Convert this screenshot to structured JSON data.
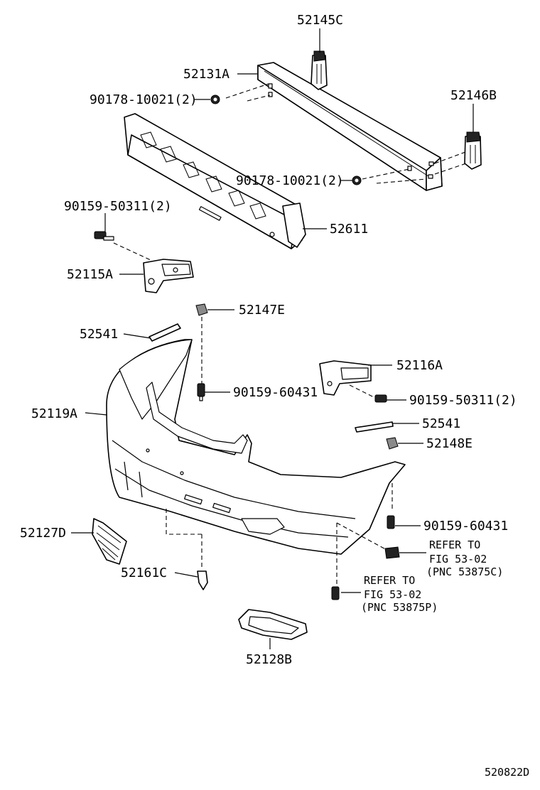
{
  "figure_code": "520822D",
  "labels": {
    "p52145C": "52145C",
    "p52131A": "52131A",
    "p90178a": "90178-10021(2)",
    "p52146B": "52146B",
    "p90178b": "90178-10021(2)",
    "p90159a": "90159-50311(2)",
    "p52611": "52611",
    "p52115A": "52115A",
    "p52147E": "52147E",
    "p52541a": "52541",
    "p52116A": "52116A",
    "p90159b": "90159-60431",
    "p90159c": "90159-50311(2)",
    "p52119A": "52119A",
    "p52541b": "52541",
    "p52148E": "52148E",
    "p90159d": "90159-60431",
    "p52127D": "52127D",
    "p52161C": "52161C",
    "p52128B": "52128B"
  },
  "refs": {
    "ref1": {
      "line1": "REFER TO",
      "line2": "FIG 53-02",
      "line3": "(PNC 53875C)"
    },
    "ref2": {
      "line1": "REFER TO",
      "line2": "FIG 53-02",
      "line3": "(PNC 53875P)"
    }
  }
}
